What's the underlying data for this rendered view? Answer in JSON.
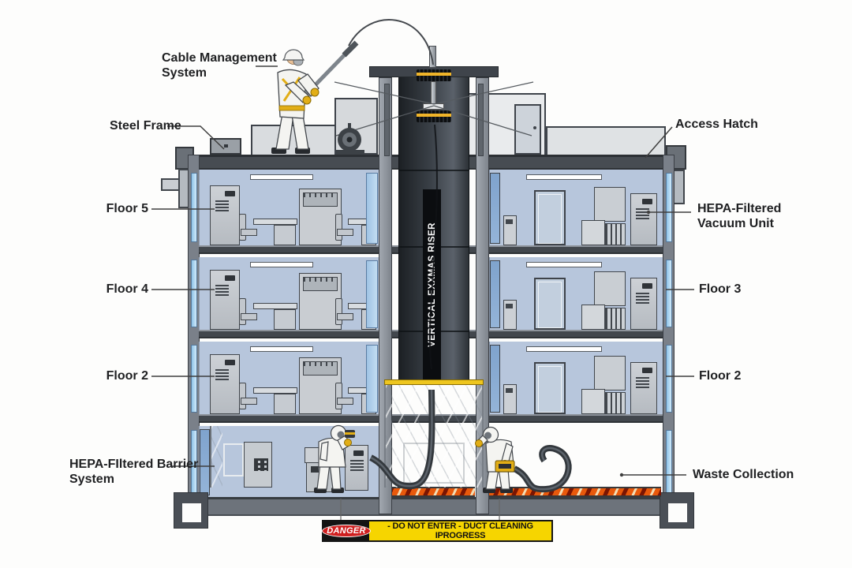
{
  "labels": {
    "cable_management": "Cable Management\nSystem",
    "steel_frame": "Steel Frame",
    "floor5_left": "Floor 5",
    "floor4_left": "Floor 4",
    "floor2_left": "Floor 2",
    "hepa_barrier": "HEPA-FIltered Barrier\nSystem",
    "access_hatch": "Access Hatch",
    "hepa_vacuum": "HEPA-Filtered\nVacuum Unit",
    "floor3_right": "Floor 3",
    "floor2_right": "Floor 2",
    "waste_collection": "Waste Collection"
  },
  "duct": {
    "label": "VERTICAL EXXMAS RISER"
  },
  "banner": {
    "badge": "DANGER",
    "message": "- DO NOT ENTER - DUCT CLEANING IPROGRESS"
  },
  "colors": {
    "room_blue": "#b7c6dc",
    "slab_grey": "#42474d",
    "hazard_orange": "#e8590c",
    "banner_yellow": "#f6d500",
    "danger_red": "#cf1f1f",
    "duct_dark": "#23272c",
    "tape_yellow": "#eec61f",
    "harness_yellow": "#e2ae16",
    "glass_blue": "#9fc3e4"
  }
}
